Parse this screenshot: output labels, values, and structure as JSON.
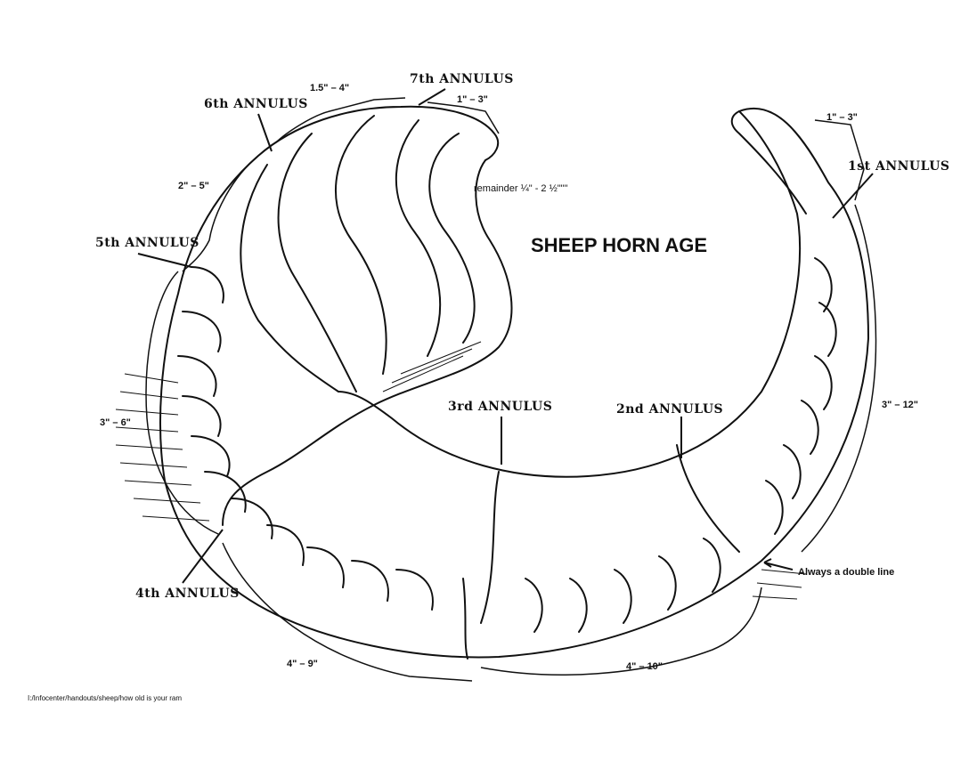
{
  "title": "SHEEP HORN AGE",
  "annuli": {
    "a1": "1st ANNULUS",
    "a2": "2nd ANNULUS",
    "a3": "3rd ANNULUS",
    "a4": "4th ANNULUS",
    "a5": "5th ANNULUS",
    "a6": "6th ANNULUS",
    "a7": "7th ANNULUS"
  },
  "measurements": {
    "m_tip": "1\" – 3\"",
    "m_seg2": "3\" – 12\"",
    "m_seg3": "4\" – 10\"",
    "m_seg4": "4\" – 9\"",
    "m_seg5": "3\" – 6\"",
    "m_seg6": "2\" – 5\"",
    "m_seg7": "1.5\" – 4\"",
    "m_seg8": "1\" – 3\"",
    "remainder": "remainder ¼\" - 2 ½\"\"\""
  },
  "note": "Always a double line",
  "footer": "I:/Infocenter/handouts/sheep/how old is your ram",
  "colors": {
    "ink": "#111111",
    "paper": "#ffffff"
  }
}
